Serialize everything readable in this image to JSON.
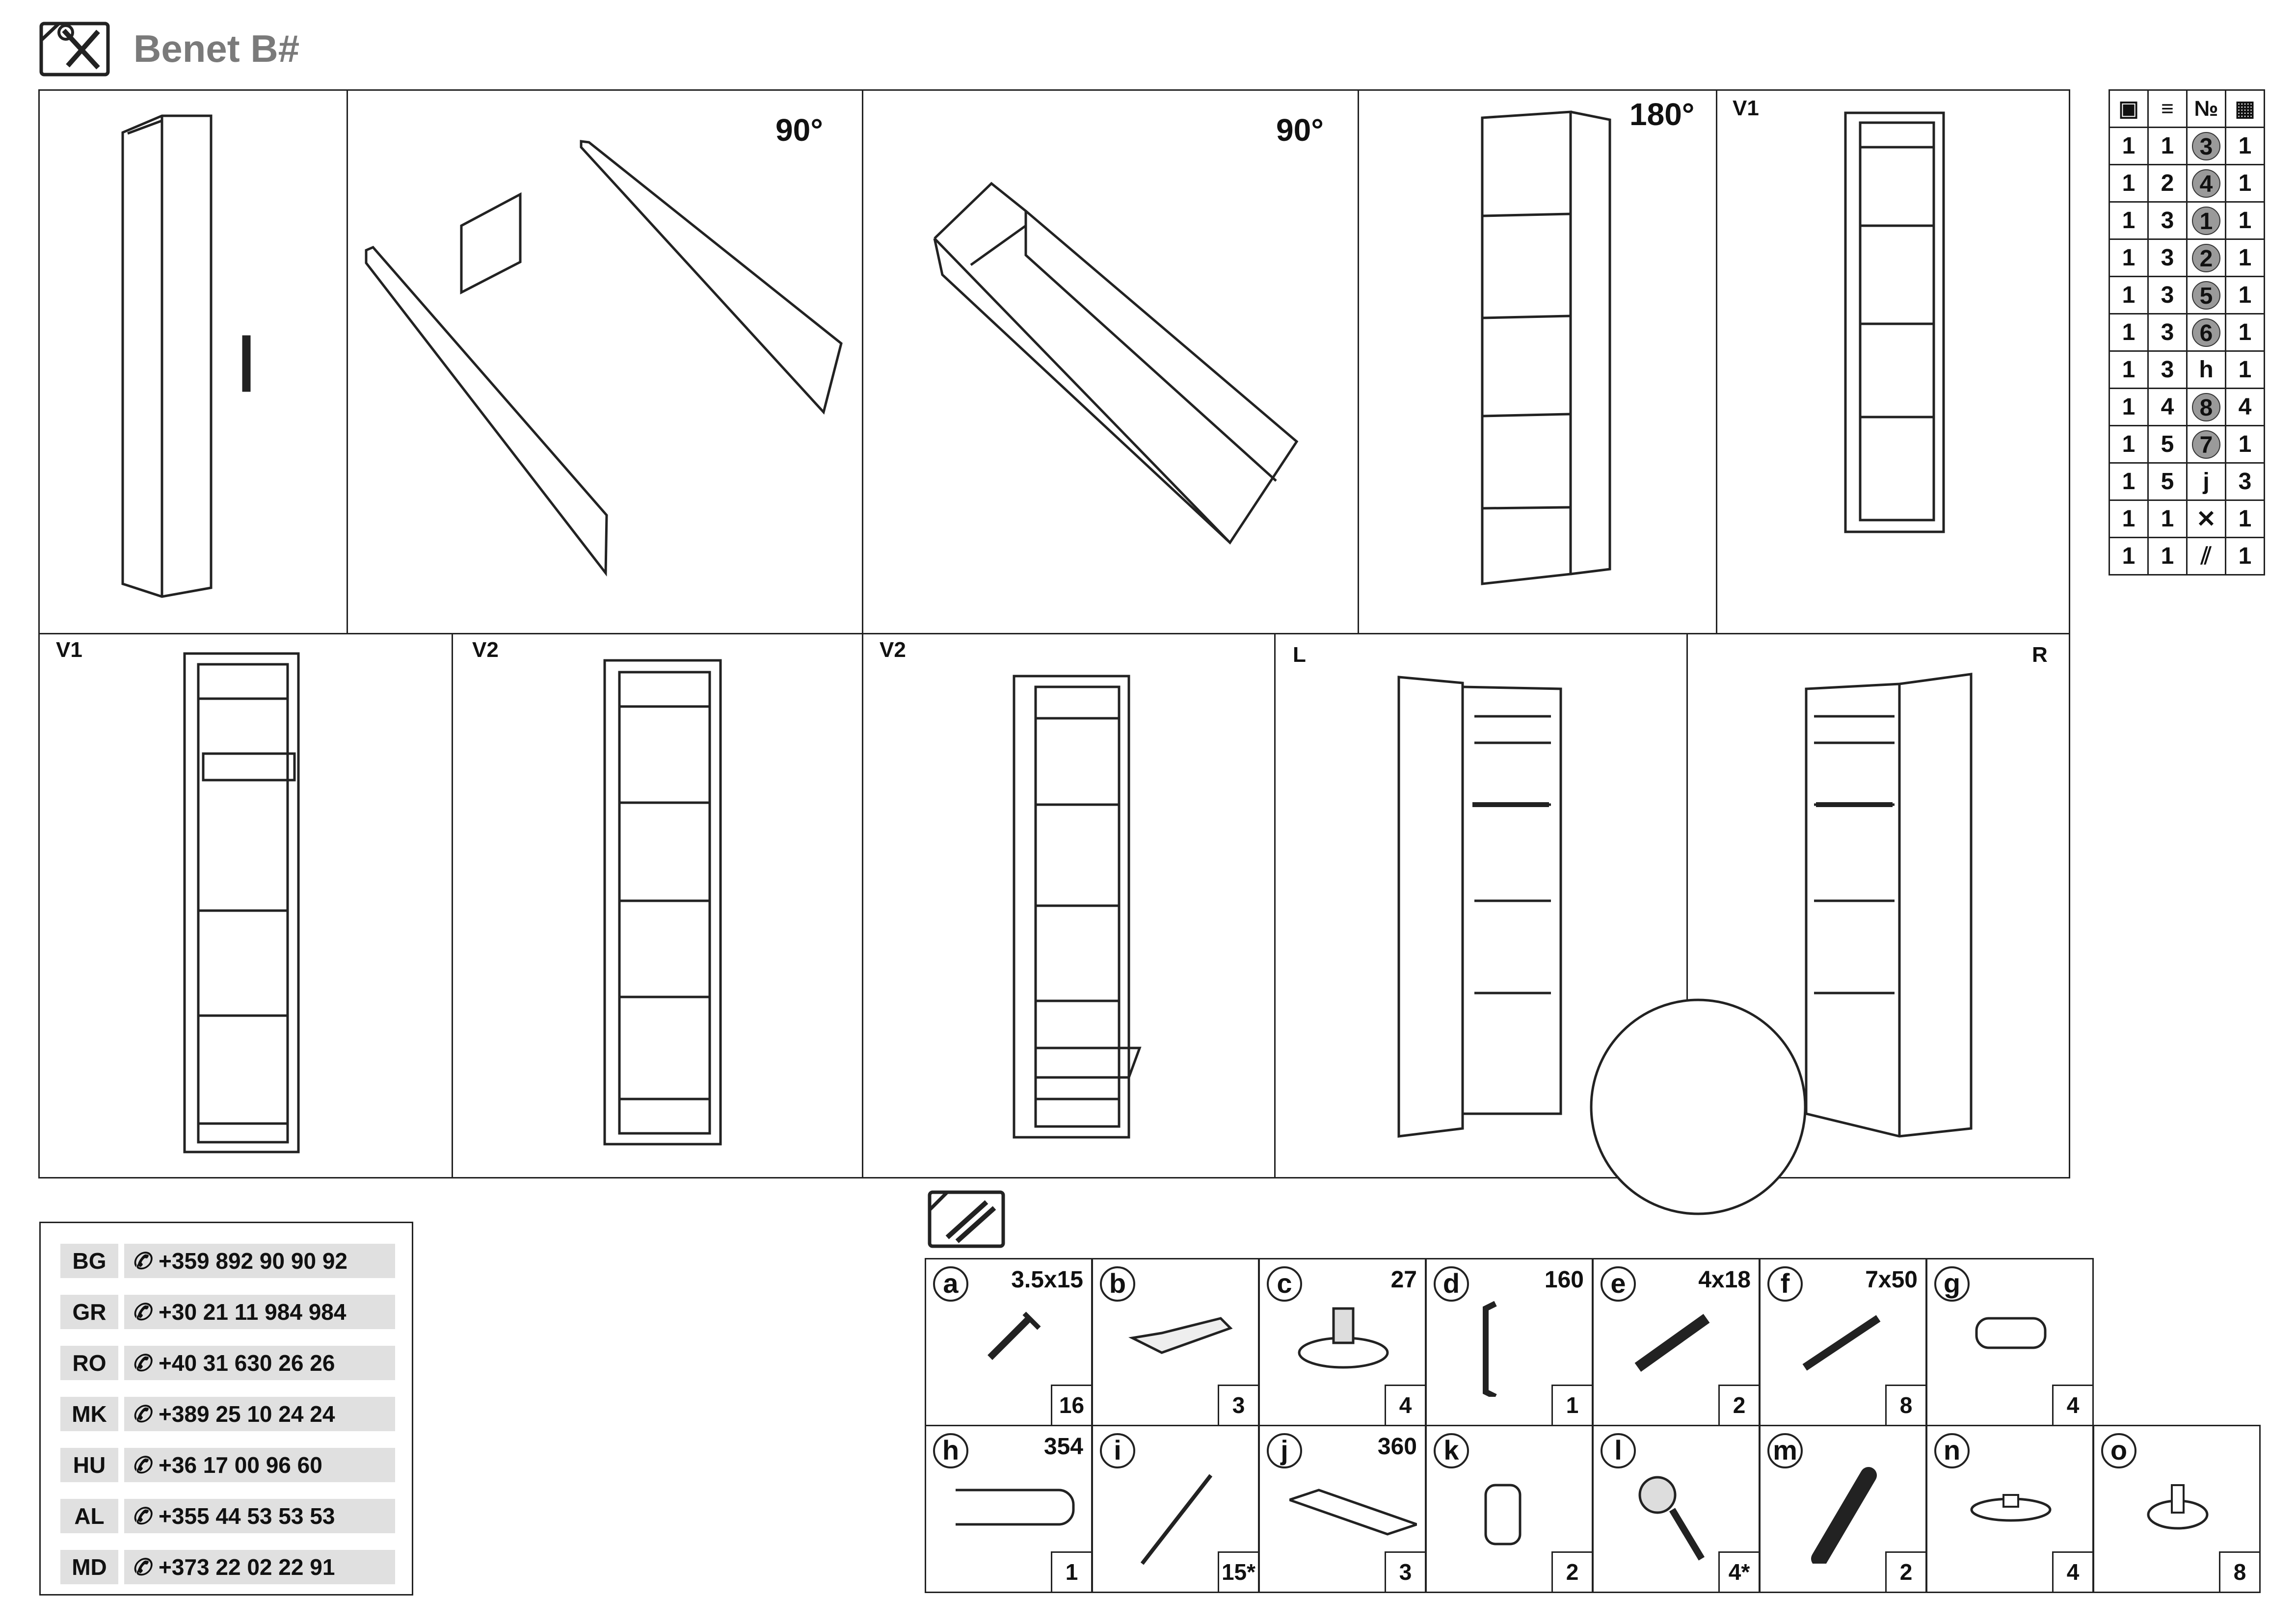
{
  "header": {
    "title": "Benet B#"
  },
  "steps": {
    "rot1": "90°",
    "rot2": "90°",
    "rot3": "180°",
    "v1a": "V1",
    "v1b": "V1",
    "v2a": "V2",
    "v2b": "V2",
    "left": "L",
    "right": "R"
  },
  "parts_table": {
    "headers_icons": [
      "box-icon",
      "stack-icon",
      "number-icon",
      "calendar-icon"
    ],
    "header_no": "№",
    "rows": [
      [
        "1",
        "1",
        "3",
        "1"
      ],
      [
        "1",
        "2",
        "4",
        "1"
      ],
      [
        "1",
        "3",
        "1",
        "1"
      ],
      [
        "1",
        "3",
        "2",
        "1"
      ],
      [
        "1",
        "3",
        "5",
        "1"
      ],
      [
        "1",
        "3",
        "6",
        "1"
      ],
      [
        "1",
        "3",
        "h",
        "1"
      ],
      [
        "1",
        "4",
        "8",
        "4"
      ],
      [
        "1",
        "5",
        "7",
        "1"
      ],
      [
        "1",
        "5",
        "j",
        "3"
      ],
      [
        "1",
        "1",
        "tools",
        "1"
      ],
      [
        "1",
        "1",
        "rails",
        "1"
      ]
    ]
  },
  "phones": [
    {
      "code": "BG",
      "number": "+359 892 90 90 92"
    },
    {
      "code": "GR",
      "number": "+30 21 11 984 984"
    },
    {
      "code": "RO",
      "number": "+40 31 630 26 26"
    },
    {
      "code": "MK",
      "number": "+389 25 10 24 24"
    },
    {
      "code": "HU",
      "number": "+36 17 00 96 60"
    },
    {
      "code": "AL",
      "number": "+355 44 53 53 53"
    },
    {
      "code": "MD",
      "number": "+373 22 02 22 91"
    }
  ],
  "hardware": [
    {
      "letter": "a",
      "size": "3.5x15",
      "qty": "16",
      "icon": "screw-icon"
    },
    {
      "letter": "b",
      "size": "",
      "qty": "3",
      "icon": "hinge-icon"
    },
    {
      "letter": "c",
      "size": "27",
      "qty": "4",
      "icon": "foot-icon"
    },
    {
      "letter": "d",
      "size": "160",
      "qty": "1",
      "icon": "handle-icon"
    },
    {
      "letter": "e",
      "size": "4x18",
      "qty": "2",
      "icon": "bolt-icon"
    },
    {
      "letter": "f",
      "size": "7x50",
      "qty": "8",
      "icon": "confirmat-icon"
    },
    {
      "letter": "g",
      "size": "",
      "qty": "4",
      "icon": "rail-holder-icon"
    },
    {
      "letter": "h",
      "size": "354",
      "qty": "1",
      "icon": "rail-icon"
    },
    {
      "letter": "i",
      "size": "",
      "qty": "15*",
      "icon": "nail-icon"
    },
    {
      "letter": "j",
      "size": "360",
      "qty": "3",
      "icon": "profile-icon"
    },
    {
      "letter": "k",
      "size": "",
      "qty": "2",
      "icon": "bracket-icon"
    },
    {
      "letter": "l",
      "size": "",
      "qty": "4*",
      "icon": "cam-icon"
    },
    {
      "letter": "m",
      "size": "",
      "qty": "2",
      "icon": "dowel-icon"
    },
    {
      "letter": "n",
      "size": "",
      "qty": "4",
      "icon": "pad-icon"
    },
    {
      "letter": "o",
      "size": "",
      "qty": "8",
      "icon": "shelf-pin-icon"
    }
  ]
}
